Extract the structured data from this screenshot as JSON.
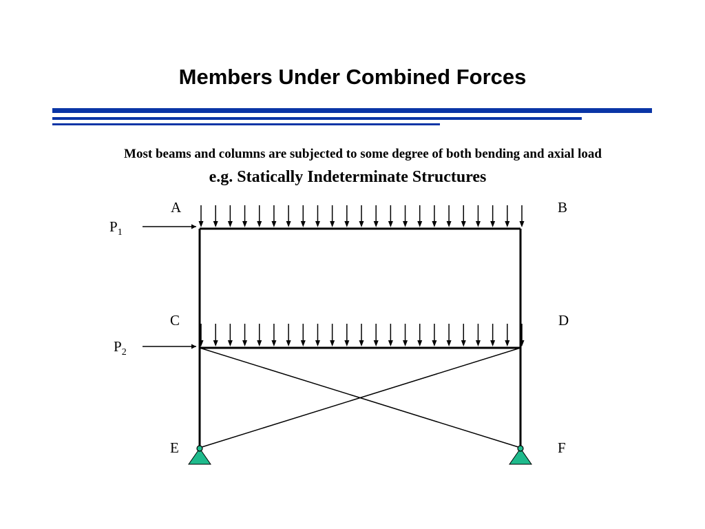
{
  "slide": {
    "title": "Members Under Combined Forces",
    "subtitle": "Most beams and columns are subjected to some degree of both bending and axial load",
    "subtitle2": "e.g. Statically Indeterminate Structures"
  },
  "diagram": {
    "nodes": {
      "A": "A",
      "B": "B",
      "C": "C",
      "D": "D",
      "E": "E",
      "F": "F"
    },
    "loads": {
      "p1": "P",
      "p1_sub": "1",
      "p2": "P",
      "p2_sub": "2"
    },
    "colors": {
      "rule": "#0a35a6",
      "support": "#1fba8c",
      "line": "#000000"
    }
  }
}
